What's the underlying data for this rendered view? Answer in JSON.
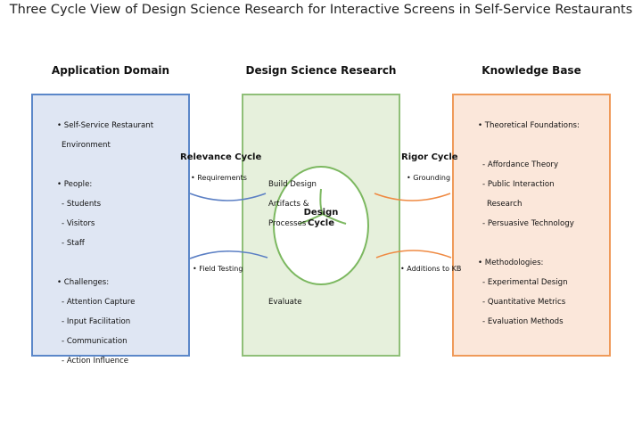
{
  "title": "Three Cycle View of Design Science Research for Interactive Screens in Self-Service Restaurants",
  "columns": {
    "application": "Application Domain",
    "dsr": "Design Science Research",
    "knowledge": "Knowledge Base"
  },
  "application_items": [
    "• Self-Service Restaurant",
    "Environment",
    "• People:",
    "- Students",
    "- Visitors",
    "- Staff",
    "• Challenges:",
    "- Attention Capture",
    "- Input Facilitation",
    "- Communication",
    "- Action Influence"
  ],
  "dsr_items": [
    "Build Design",
    "Artifacts &",
    "Processes",
    "Evaluate"
  ],
  "design_cycle": [
    "Design",
    "Cycle"
  ],
  "knowledge_items": [
    "• Theoretical Foundations:",
    "- Affordance Theory",
    "- Public Interaction",
    "Research",
    "- Persuasive Technology",
    "• Methodologies:",
    "- Experimental Design",
    "- Quantitative Metrics",
    "- Evaluation Methods"
  ],
  "relevance": {
    "label": "Relevance Cycle",
    "requirements": "• Requirements",
    "field_testing": "• Field Testing"
  },
  "rigor": {
    "label": "Rigor Cycle",
    "grounding": "• Grounding",
    "additions": "• Additions to KB"
  },
  "colors": {
    "application_fill": "#dfe6f3",
    "application_border": "#5b87c9",
    "dsr_fill": "#e6f0dc",
    "dsr_border": "#8fbf78",
    "knowledge_fill": "#fbe7da",
    "knowledge_border": "#ef9a59",
    "relevance_arrow": "#5b7fc4",
    "rigor_arrow": "#ef8a43",
    "design_cycle": "#7cb860"
  }
}
